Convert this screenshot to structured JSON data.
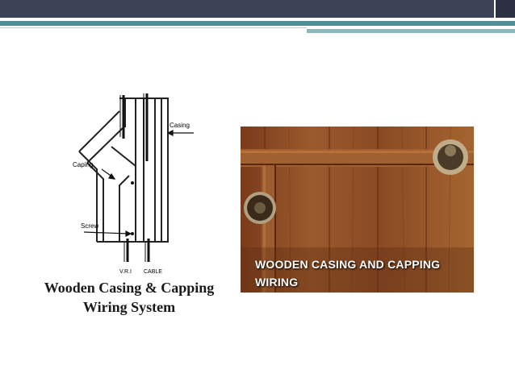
{
  "slide": {
    "diagram_labels": {
      "casing": "Casing",
      "capping": "Caping",
      "screw": "Screw",
      "vri": "V.R.I",
      "cable": "CABLE"
    },
    "caption_line1": "Wooden Casing & Capping",
    "caption_line2": "Wiring System",
    "photo_caption_line1": "WOODEN CASING AND CAPPING",
    "photo_caption_line2": "WIRING"
  },
  "colors": {
    "header": "#3d4357",
    "accent_teal": "#4e8f96",
    "wood": "#8a4a24"
  }
}
